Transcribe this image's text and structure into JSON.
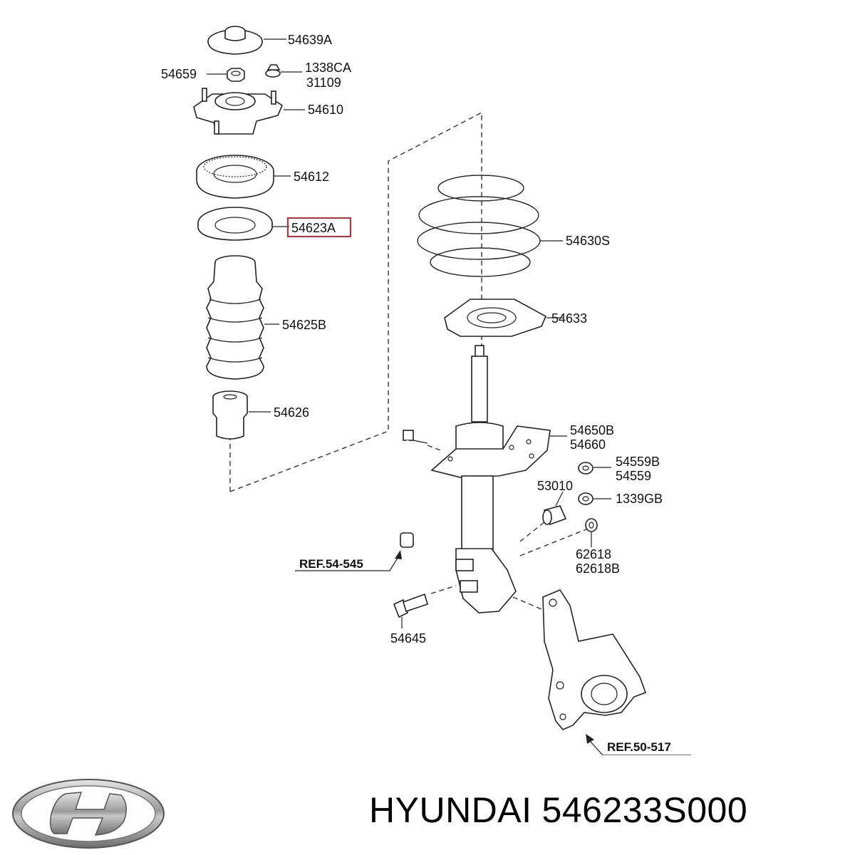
{
  "diagram": {
    "labels": {
      "p54639A": "54639A",
      "p54659": "54659",
      "p1338CA": "1338CA",
      "p31109": "31109",
      "p54610": "54610",
      "p54612": "54612",
      "p54623A": "54623A",
      "p54625B": "54625B",
      "p54626": "54626",
      "p54630S": "54630S",
      "p54633": "54633",
      "p54650B": "54650B",
      "p54660": "54660",
      "p54559B": "54559B",
      "p54559": "54559",
      "p53010": "53010",
      "p1339GB": "1339GB",
      "p62618": "62618",
      "p62618B": "62618B",
      "p54645": "54645",
      "ref54545": "REF.54-545",
      "ref50517": "REF.50-517"
    },
    "highlight_color": "#d9262b"
  },
  "footer": {
    "brand": "HYUNDAI",
    "part_number": "546233S000"
  }
}
